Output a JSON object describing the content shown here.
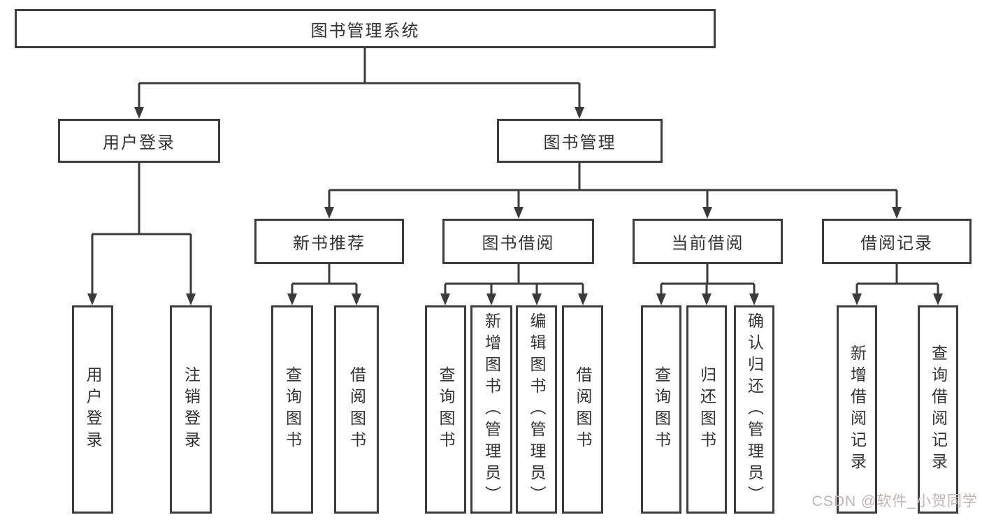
{
  "nodes": {
    "root": "图书管理系统",
    "level2": [
      "用户登录",
      "图书管理"
    ],
    "level3": [
      "新书推荐",
      "图书借阅",
      "当前借阅",
      "借阅记录"
    ],
    "level4": [
      "用户登录",
      "注销登录",
      "查询图书",
      "借阅图书",
      "查询图书",
      "新增图书（管理员）",
      "编辑图书（管理员）",
      "借阅图书",
      "查询图书",
      "归还图书",
      "确认归还（管理员）",
      "新增借阅记录",
      "查询借阅记录"
    ]
  },
  "watermark": {
    "text": "CSDN @软件_小贺同学"
  },
  "colors": {
    "background": "#ffffff",
    "box_border": "#3d3d3d",
    "text": "#333333",
    "connector": "#3a3a3a",
    "watermark": "#c3b4b4"
  }
}
